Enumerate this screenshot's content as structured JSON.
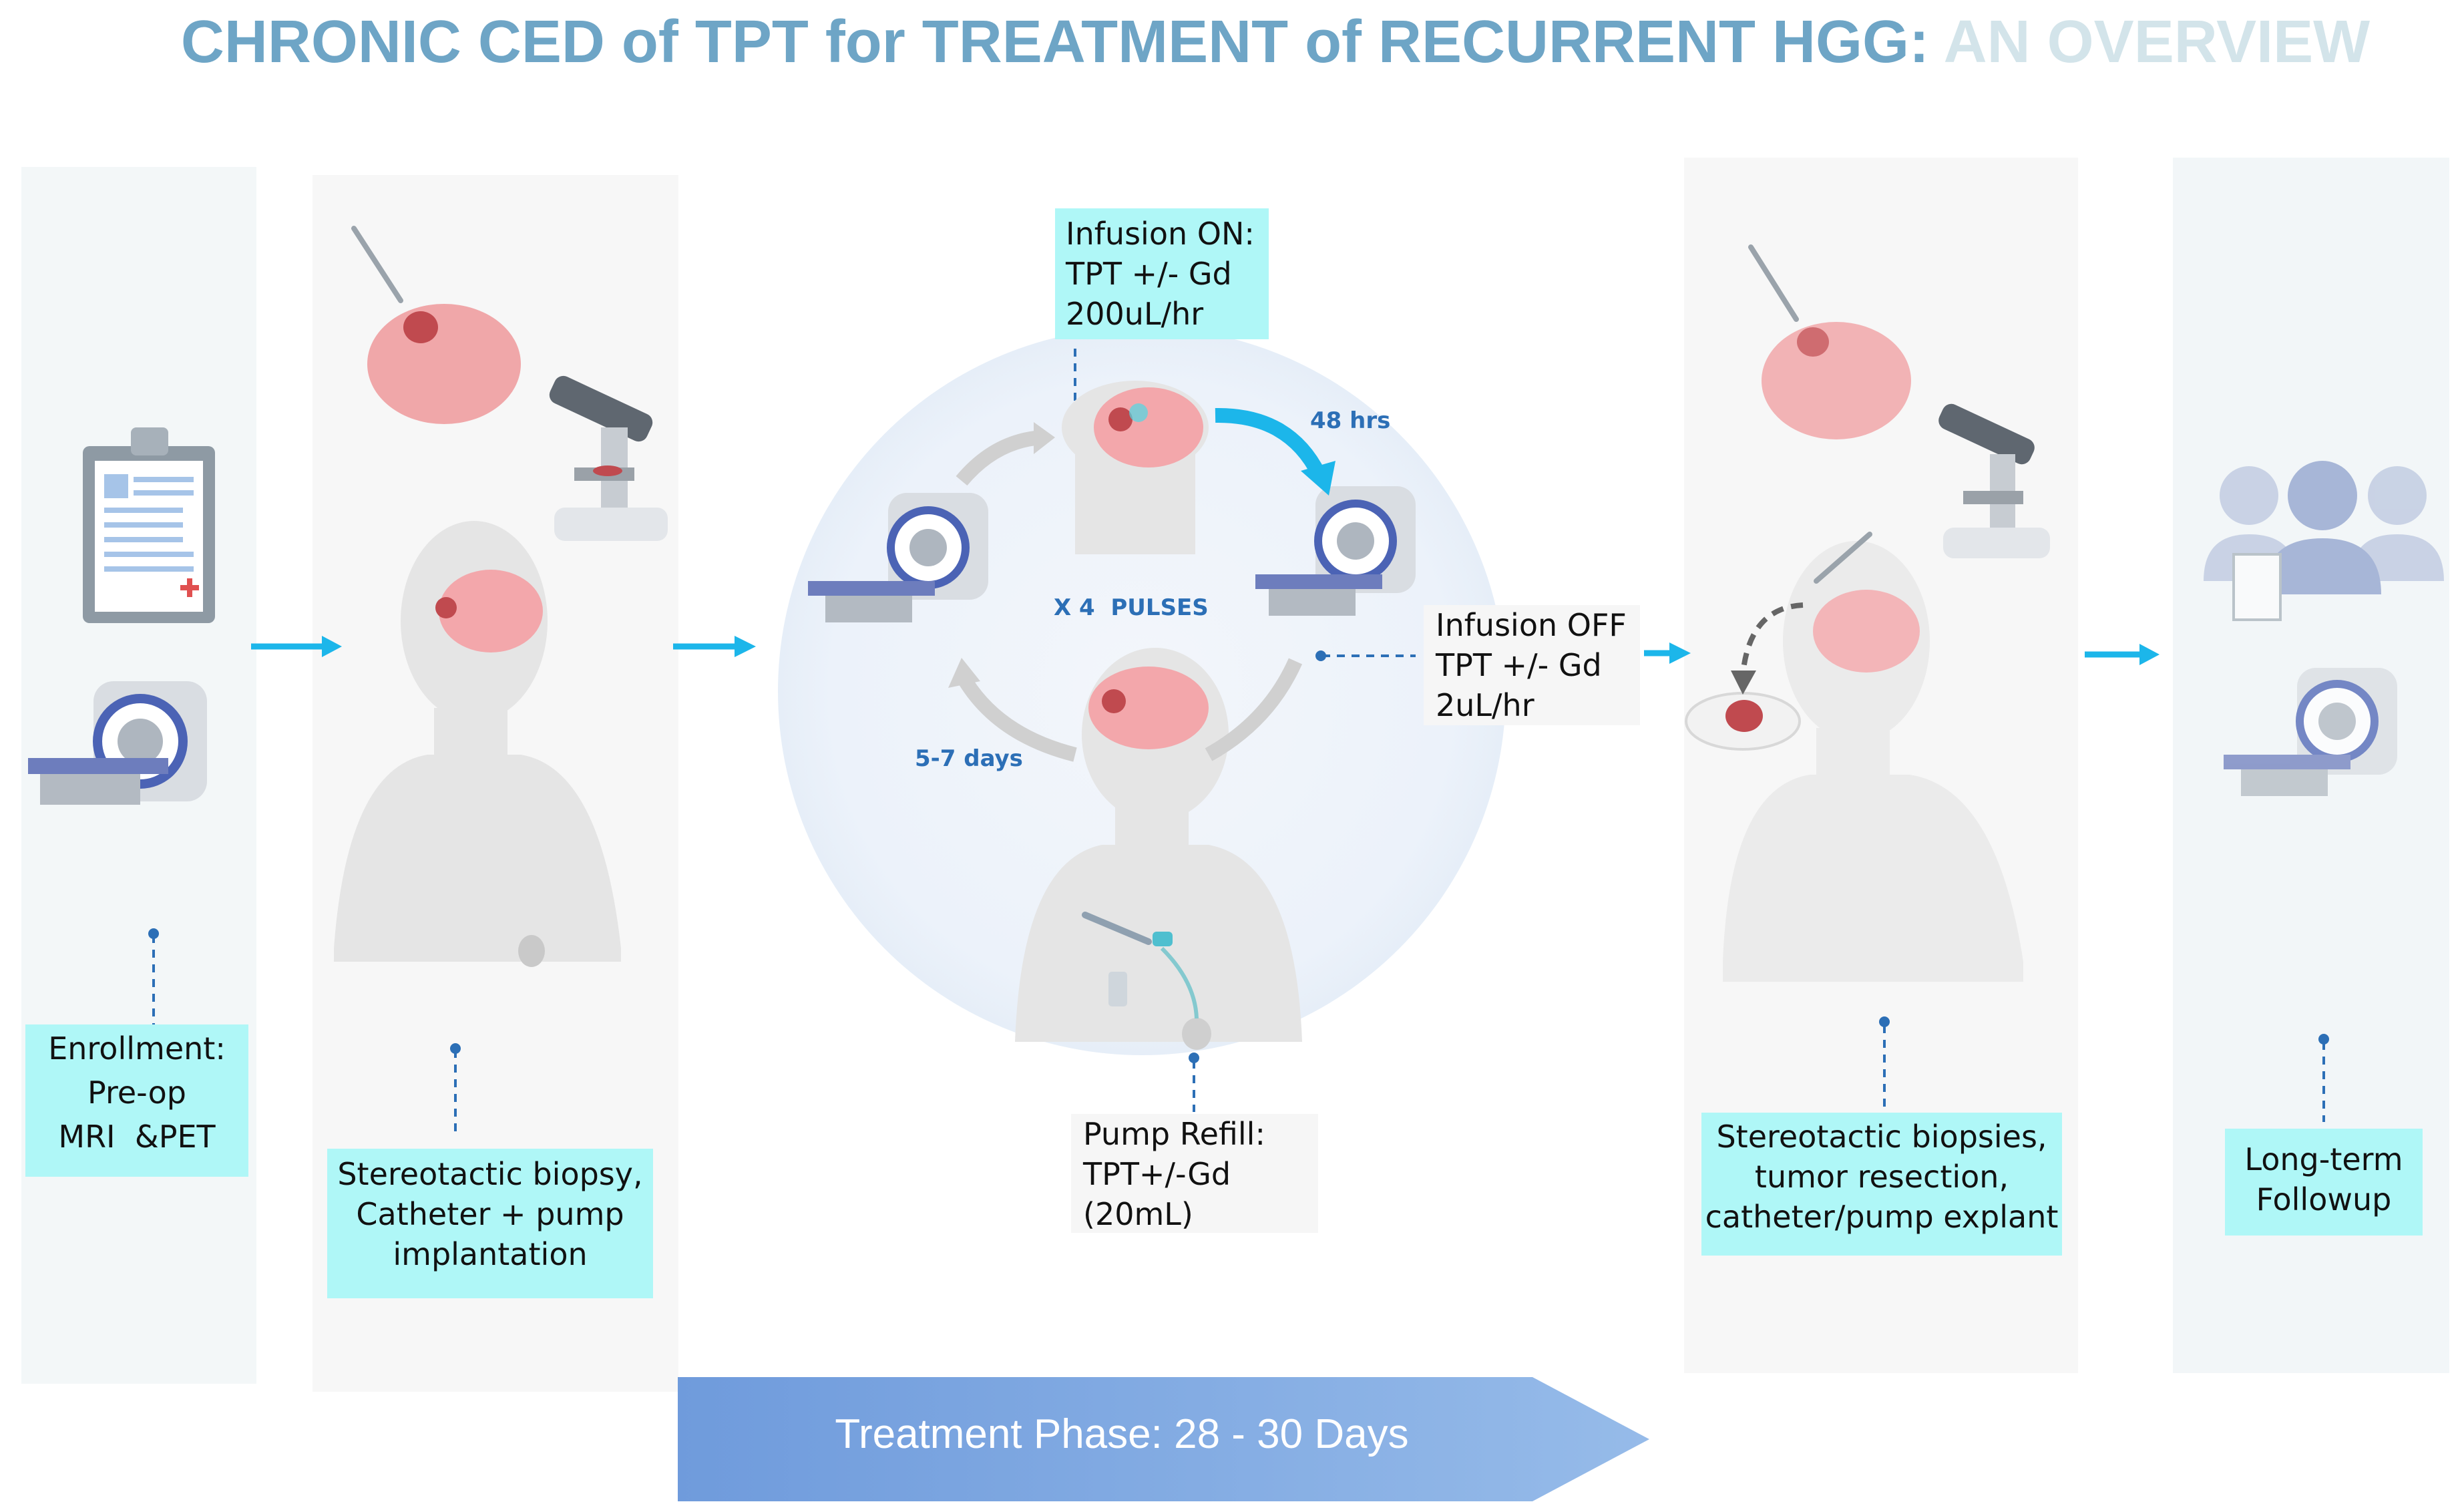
{
  "title": {
    "main": "CHRONIC CED of TPT for TREATMENT of RECURRENT HGG:",
    "faded": " AN OVERVIEW"
  },
  "colors": {
    "title": "#6ea5c6",
    "title_faded": "#d3e4ea",
    "label_cyan": "#aff7f7",
    "label_grey": "#f6f6f6",
    "arrow": "#1cb6ea",
    "cycle_label": "#2c6fb6",
    "phase_bar": "#7aa6e2"
  },
  "stages": {
    "enrollment": [
      "Enrollment:",
      "Pre-op",
      "MRI  &PET"
    ],
    "implant": [
      "Stereotactic biopsy,",
      "Catheter + pump",
      "implantation"
    ],
    "explant": [
      "Stereotactic biopsies,",
      "tumor resection,",
      "catheter/pump explant"
    ],
    "followup": [
      "Long-term",
      "Followup"
    ]
  },
  "infusion_on": [
    "Infusion ON:",
    "TPT +/- Gd",
    "200uL/hr"
  ],
  "infusion_off": [
    "Infusion OFF",
    "TPT +/- Gd",
    "2uL/hr"
  ],
  "pump_refill": [
    "Pump Refill:",
    "TPT+/-Gd",
    "(20mL)"
  ],
  "cycle": {
    "on_duration": "48 hrs",
    "off_duration": "5-7 days",
    "pulses": "X 4  PULSES"
  },
  "phase_banner": "Treatment Phase: 28 - 30 Days",
  "icons": [
    "clipboard-icon",
    "mri-scanner-icon",
    "brain-icon",
    "syringe-icon",
    "microscope-icon",
    "person-silhouette-icon",
    "pump-icon",
    "petri-dish-icon",
    "group-people-icon",
    "vial-icon"
  ]
}
